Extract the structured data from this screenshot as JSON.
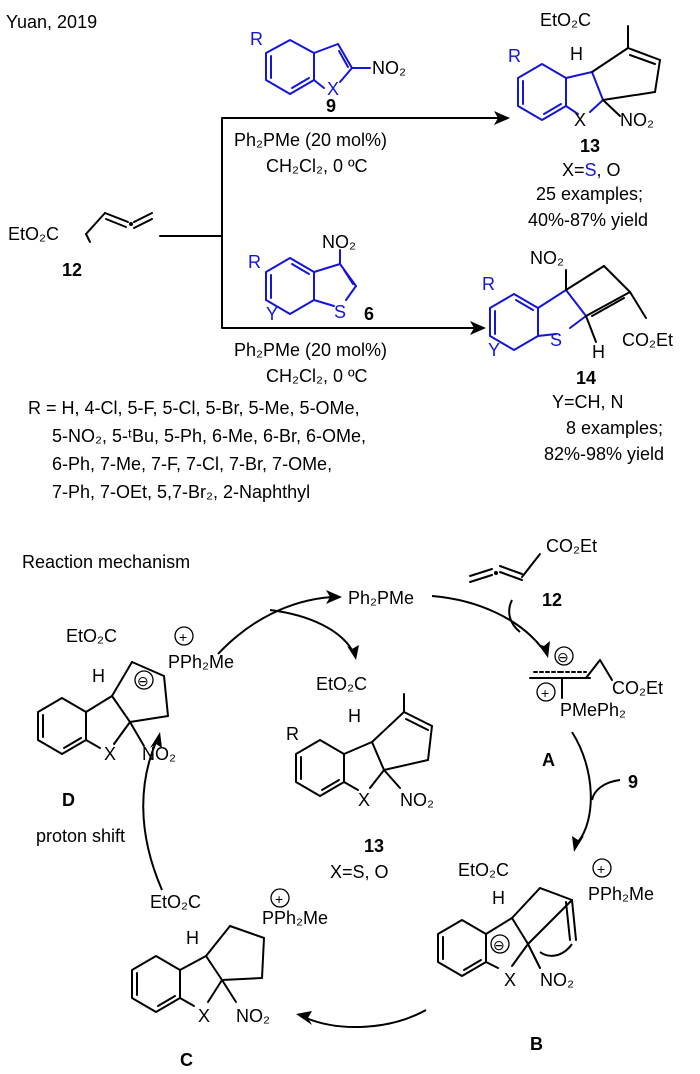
{
  "header": {
    "citation": "Yuan, 2019"
  },
  "compounds": {
    "c12_label": "12",
    "c12_ester": "EtO₂C",
    "c9_label": "9",
    "c6_label": "6",
    "c13_label": "13",
    "c14_label": "14",
    "R": "R",
    "X": "X",
    "Y": "Y",
    "S": "S",
    "H": "H",
    "NO2": "NO₂",
    "CO2Et": "CO₂Et",
    "EtO2C": "EtO₂C"
  },
  "reaction_top": {
    "catalyst": "Ph₂PMe (20 mol%)",
    "conditions": "CH₂Cl₂, 0 ºC",
    "x_def_prefix": "X=",
    "x_def_s": "S",
    "x_def_suffix": ", O",
    "examples": "25 examples;",
    "yield": "40%-87% yield"
  },
  "reaction_bottom": {
    "catalyst": "Ph₂PMe (20 mol%)",
    "conditions": "CH₂Cl₂, 0 ºC",
    "y_def": "Y=CH, N",
    "examples": "8 examples;",
    "yield": "82%-98% yield"
  },
  "substituents": {
    "line1": "R = H, 4-Cl, 5-F, 5-Cl, 5-Br, 5-Me, 5-OMe,",
    "line2": "5-NO₂, 5-ᵗBu, 5-Ph, 6-Me, 6-Br, 6-OMe,",
    "line3": "6-Ph, 7-Me, 7-F, 7-Cl, 7-Br, 7-OMe,",
    "line4": "7-Ph, 7-OEt, 5,7-Br₂, 2-Naphthyl"
  },
  "mechanism": {
    "title": "Reaction mechanism",
    "catalyst": "Ph₂PMe",
    "reagent_12": "12",
    "reagent_9": "9",
    "int_A": "A",
    "int_B": "B",
    "int_C": "C",
    "int_D": "D",
    "phosphonium_A": "PMePh₂",
    "phosphonium": "PPh₂Me",
    "proton_shift": "proton shift",
    "product_13": "13",
    "product_x_def": "X=S, O",
    "plus": "⊕",
    "minus": "⊖"
  }
}
